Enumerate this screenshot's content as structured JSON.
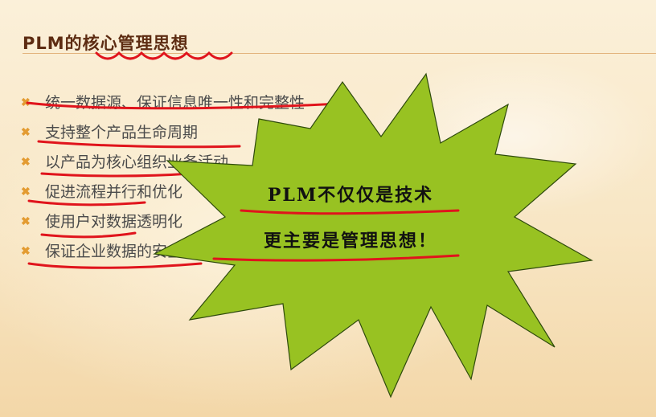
{
  "slide": {
    "title": "PLM的核心管理思想",
    "bullets": [
      "统一数据源、保证信息唯一性和完整性",
      "支持整个产品生命周期",
      "以产品为核心组织业务活动",
      "促进流程并行和优化",
      "使用户对数据透明化",
      "保证企业数据的安全"
    ],
    "bullet_icon": "x-bullet-icon",
    "callout": {
      "line1": "PLM不仅仅是技术",
      "line2": "更主要是管理思想！"
    }
  },
  "colors": {
    "title": "#5d2c12",
    "accent": "#e39b31",
    "star_fill": "#98c222",
    "annotation": "#e0141c",
    "background": "#f8e6c4"
  }
}
